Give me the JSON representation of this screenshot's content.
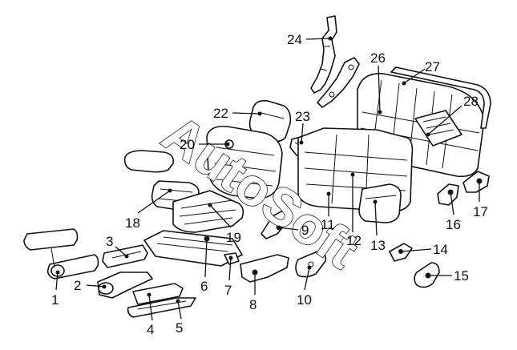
{
  "watermark": "AutoSoft",
  "callouts": [
    {
      "id": 1,
      "label": "1"
    },
    {
      "id": 2,
      "label": "2"
    },
    {
      "id": 3,
      "label": "3"
    },
    {
      "id": 4,
      "label": "4"
    },
    {
      "id": 5,
      "label": "5"
    },
    {
      "id": 6,
      "label": "6"
    },
    {
      "id": 7,
      "label": "7"
    },
    {
      "id": 8,
      "label": "8"
    },
    {
      "id": 9,
      "label": "9"
    },
    {
      "id": 10,
      "label": "10"
    },
    {
      "id": 11,
      "label": "11"
    },
    {
      "id": 12,
      "label": "12"
    },
    {
      "id": 13,
      "label": "13"
    },
    {
      "id": 14,
      "label": "14"
    },
    {
      "id": 15,
      "label": "15"
    },
    {
      "id": 16,
      "label": "16"
    },
    {
      "id": 17,
      "label": "17"
    },
    {
      "id": 18,
      "label": "18"
    },
    {
      "id": 19,
      "label": "19"
    },
    {
      "id": 20,
      "label": "20"
    },
    {
      "id": 22,
      "label": "22"
    },
    {
      "id": 23,
      "label": "23"
    },
    {
      "id": 24,
      "label": "24"
    },
    {
      "id": 26,
      "label": "26"
    },
    {
      "id": 27,
      "label": "27"
    },
    {
      "id": 28,
      "label": "28"
    }
  ]
}
